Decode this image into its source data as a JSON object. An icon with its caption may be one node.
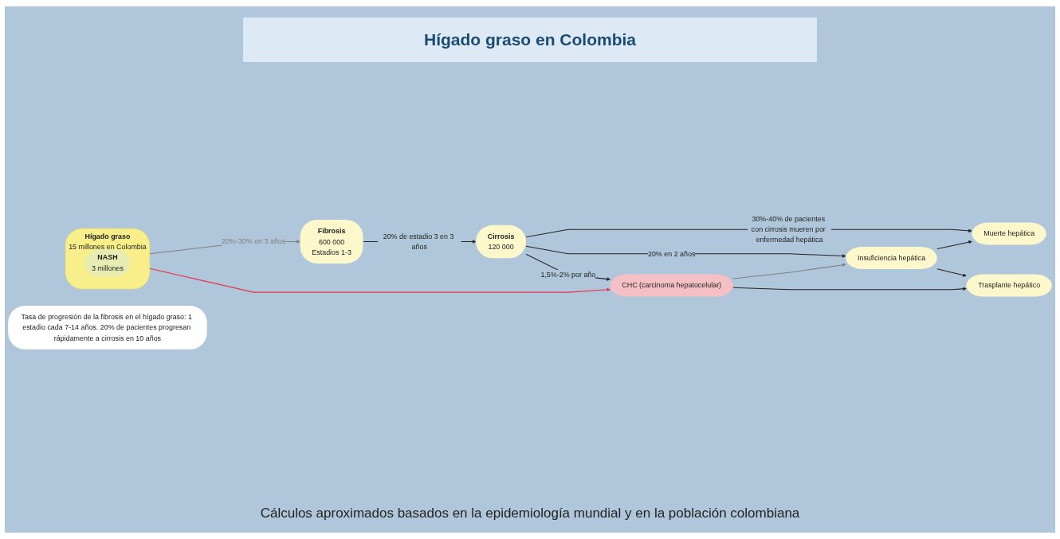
{
  "diagram": {
    "title": "Hígado graso en Colombia",
    "caption": "Cálculos aproximados basados en la epidemiología mundial y en la población colombiana",
    "nodes": [
      {
        "text": [
          "Tasa de progresión de la fibrosis en el hígado graso: 1 estadio cada 7-14 años. 20% de pacientes progresan rápidamente a cirrosis en 10 años"
        ]
      },
      {
        "text": [
          "Hígado graso",
          "15 millones en Colombia"
        ]
      },
      {
        "text": [
          "NASH",
          "3 millones"
        ],
        "in": 1
      },
      {
        "text": [
          "Fibrosis",
          "600 000",
          "Estadios 1-3"
        ]
      },
      {
        "text": [
          "Cirrosis",
          "120 000"
        ]
      },
      {
        "text": [
          "CHC (carcinoma hepatocelular)"
        ]
      },
      {
        "text": [
          "Insuficiencia hepática"
        ]
      },
      {
        "text": [
          "Muerte hepática"
        ]
      },
      {
        "text": [
          "Trasplante hepático"
        ]
      }
    ],
    "edges": [
      {
        "from": 1,
        "to": 3,
        "arrow": "to",
        "label": "20%-30% en 3 años",
        "color": "#7f7f7f"
      },
      {
        "from": 3,
        "to": 4,
        "arrow": "to",
        "label": "20% de estadio 3 en 3 años"
      },
      {
        "from": 4,
        "to": 5,
        "arrow": "to",
        "label": "1,5%-2% por año"
      },
      {
        "from": 4,
        "to": 6,
        "arrow": "to",
        "label": "20% en 2 años"
      },
      {
        "from": 4,
        "to": 7,
        "arrow": "to",
        "label": "30%-40% de pacientes con cirrosis mueren por enfermedad hepática"
      },
      {
        "from": 1,
        "to": 5,
        "arrow": "to",
        "color": "#e8304a"
      },
      {
        "from": 5,
        "to": 6,
        "arrow": "to",
        "color": "#7f7f7f"
      },
      {
        "from": 6,
        "to": 7,
        "arrow": "to"
      },
      {
        "from": 6,
        "to": 8,
        "arrow": "to"
      },
      {
        "from": 5,
        "to": 8,
        "arrow": "to"
      }
    ]
  }
}
